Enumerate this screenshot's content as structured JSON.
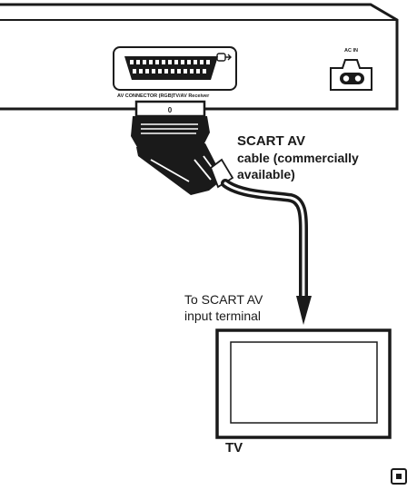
{
  "panel": {
    "av_connector_label": "AV CONNECTOR (RGB)",
    "tv_av_receiver_label": "TV/AV Receiver",
    "ac_in_label": "AC IN"
  },
  "plug": {
    "pin_label": "0"
  },
  "cable": {
    "label_line1": "SCART AV",
    "label_line2": "cable (commercially",
    "label_line3": "available)"
  },
  "target": {
    "label_line1": "To SCART AV",
    "label_line2": "input terminal"
  },
  "tv": {
    "label": "TV"
  },
  "colors": {
    "ink": "#1a1a1a",
    "background": "#ffffff"
  },
  "icons": [
    "scart-socket-icon",
    "output-arrow-icon",
    "ac-inlet-icon",
    "scart-plug-icon",
    "tv-icon",
    "stop-square-icon"
  ]
}
